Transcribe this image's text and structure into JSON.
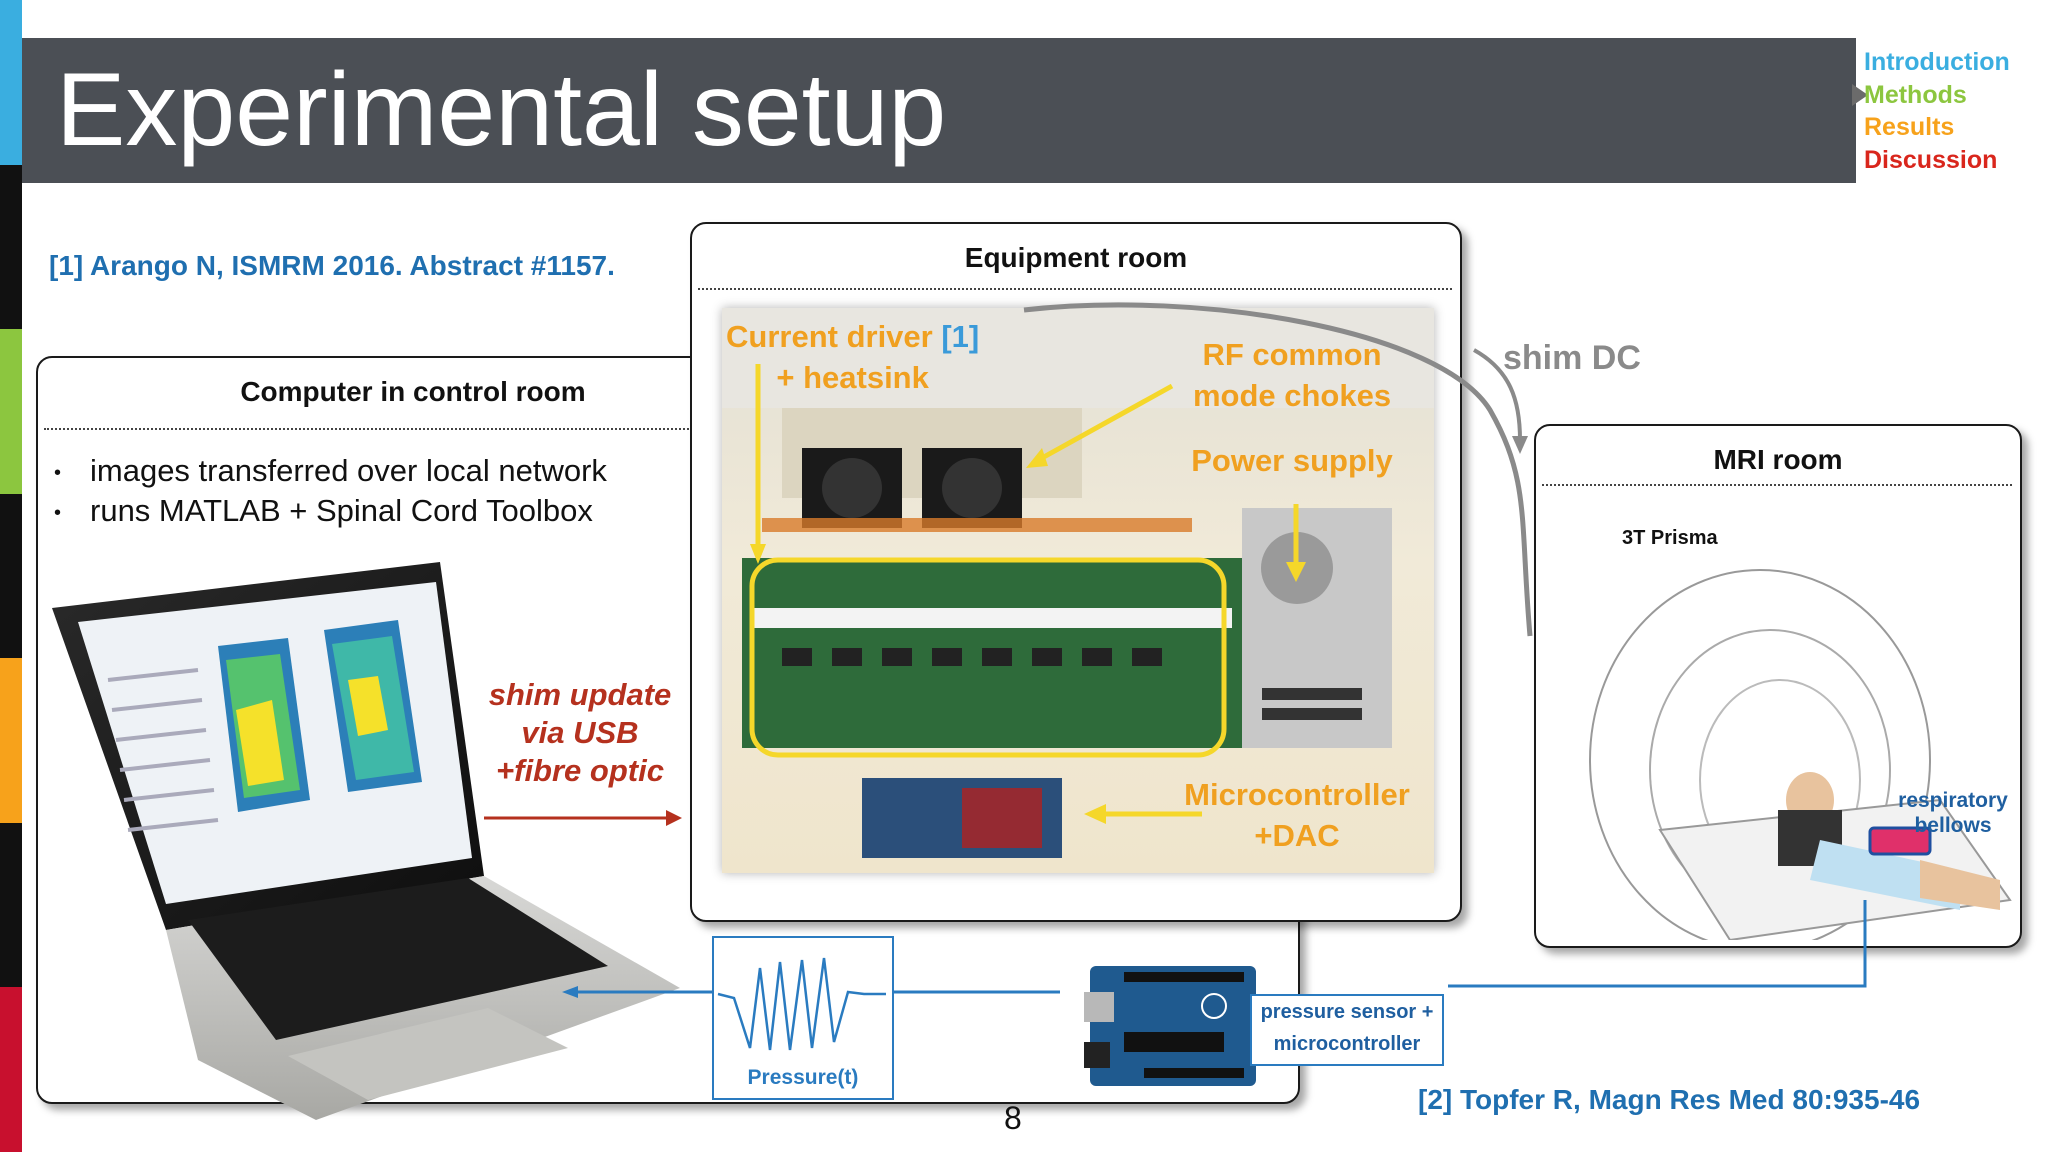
{
  "slide": {
    "title": "Experimental setup",
    "page_number": "8",
    "title_bar_color": "#4b4f55"
  },
  "nav": {
    "items": [
      {
        "label": "Introduction",
        "color": "#3aaee0"
      },
      {
        "label": "Methods",
        "color": "#8cc63f",
        "current": true
      },
      {
        "label": "Results",
        "color": "#f7a21b"
      },
      {
        "label": "Discussion",
        "color": "#d9261c"
      }
    ]
  },
  "edge_colors": [
    "#3aaee0",
    "#111111",
    "#8cc63f",
    "#111111",
    "#f7a21b",
    "#111111",
    "#c8102e"
  ],
  "references": {
    "ref1": "[1] Arango N, ISMRM 2016. Abstract #1157.",
    "ref2": "[2] Topfer R, Magn Res Med 80:935-46"
  },
  "control_room": {
    "title": "Computer in control room",
    "bullets": [
      "images transferred over local network",
      "runs MATLAB + Spinal Cord Toolbox"
    ],
    "link_label": [
      "shim update",
      "via USB",
      "+fibre optic"
    ]
  },
  "equipment_room": {
    "title": "Equipment room",
    "labels": {
      "current_driver": "Current driver",
      "current_driver_ref": "[1]",
      "heatsink": "+ heatsink",
      "rf_chokes_line1": "RF common",
      "rf_chokes_line2": "mode chokes",
      "power_supply": "Power supply",
      "microcontroller_line1": "Microcontroller",
      "microcontroller_line2": "+DAC"
    }
  },
  "shim_dc": "shim DC",
  "mri_room": {
    "title": "MRI room",
    "scanner": "3T Prisma",
    "bellows_line1": "respiratory",
    "bellows_line2": "bellows"
  },
  "pressure": {
    "label": "Pressure(t)"
  },
  "sensor": {
    "line1": "pressure sensor +",
    "line2": "microcontroller"
  },
  "colors": {
    "accent_orange": "#f0a020",
    "arrow_red": "#b5311e",
    "link_blue": "#2a7bc0",
    "ref_blue": "#1f6fb0",
    "shim_gray": "#8a8a8a"
  }
}
